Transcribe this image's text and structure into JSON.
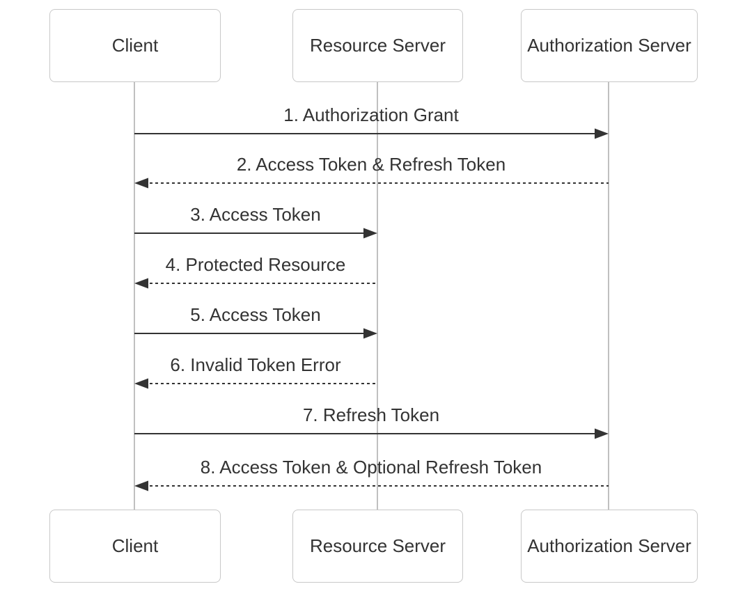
{
  "diagram": {
    "kind": "sequence-diagram",
    "background": "#ffffff"
  },
  "actors": [
    {
      "id": "client",
      "label": "Client"
    },
    {
      "id": "resource-server",
      "label": "Resource Server"
    },
    {
      "id": "authorization-server",
      "label": "Authorization Server"
    }
  ],
  "messages": [
    {
      "seq": 1,
      "label": "1. Authorization Grant",
      "from": "Client",
      "to": "Authorization Server",
      "line_style": "solid"
    },
    {
      "seq": 2,
      "label": "2. Access Token & Refresh Token",
      "from": "Authorization Server",
      "to": "Client",
      "line_style": "dashed"
    },
    {
      "seq": 3,
      "label": "3. Access Token",
      "from": "Client",
      "to": "Resource Server",
      "line_style": "solid"
    },
    {
      "seq": 4,
      "label": "4. Protected Resource",
      "from": "Resource Server",
      "to": "Client",
      "line_style": "dashed"
    },
    {
      "seq": 5,
      "label": "5. Access Token",
      "from": "Client",
      "to": "Resource Server",
      "line_style": "solid"
    },
    {
      "seq": 6,
      "label": "6. Invalid Token Error",
      "from": "Resource Server",
      "to": "Client",
      "line_style": "dashed"
    },
    {
      "seq": 7,
      "label": "7. Refresh Token",
      "from": "Client",
      "to": "Authorization Server",
      "line_style": "solid"
    },
    {
      "seq": 8,
      "label": "8. Access Token & Optional Refresh Token",
      "from": "Authorization Server",
      "to": "Client",
      "line_style": "dashed"
    }
  ],
  "colors": {
    "message_line": "#333333",
    "message_text": "#333333",
    "lifeline": "#c0c0c0",
    "actor_border": "#c8c8c8",
    "actor_fill": "#ffffff",
    "actor_text": "#333333",
    "background": "#ffffff"
  }
}
